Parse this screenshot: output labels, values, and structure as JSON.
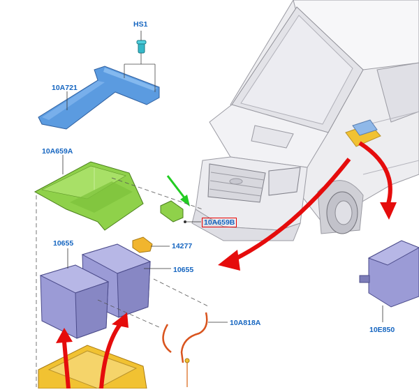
{
  "callouts": {
    "hs1": "HS1",
    "p10a721": "10A721",
    "p10a659a": "10A659A",
    "p10a659b": "10A659B",
    "p10655_top": "10655",
    "p14277": "14277",
    "p10655_right": "10655",
    "p10a818a": "10A818A",
    "p10e850": "10E850"
  },
  "highlighted_callout": "10A659B",
  "colors": {
    "callout_text": "#1565c0",
    "highlight_box": "#e60000",
    "arrow_red": "#e50c0c",
    "arrow_green": "#22cc22",
    "part_blue": "#5b9be0",
    "part_green": "#8fd14a",
    "battery_lavender": "#9b9bd6",
    "tray_yellow": "#f1c232",
    "cable_orange": "#d9541e"
  }
}
